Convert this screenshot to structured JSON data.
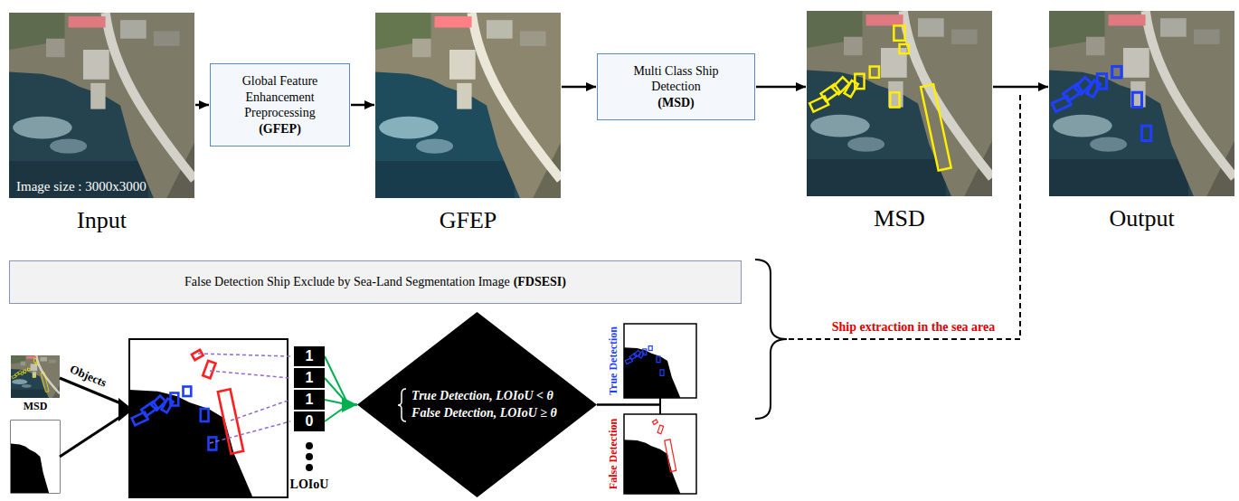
{
  "diagram": {
    "nodes": [
      {
        "text": [
          "Image size : 3000x3000",
          "Input"
        ]
      },
      {
        "text": [
          "Global Feature Enhancement Preprocessing",
          "(GFEP)"
        ]
      },
      {
        "text": [
          "GFEP"
        ]
      },
      {
        "text": [
          "Multi Class Ship Detection",
          "(MSD)"
        ]
      },
      {
        "text": [
          "MSD"
        ]
      },
      {
        "text": [
          "Output"
        ]
      },
      {
        "text": [
          "False Detection Ship Exclude by Sea-Land Segmentation Image",
          "(FDSESI)"
        ]
      },
      {
        "text": [
          "MSD"
        ]
      },
      {
        "text": [
          "1"
        ]
      },
      {
        "text": [
          "1"
        ]
      },
      {
        "text": [
          "1"
        ]
      },
      {
        "text": [
          "0"
        ]
      },
      {
        "text": [
          "True Detection, LOIoU < θ",
          "False Detection, LOIoU ≥ θ"
        ]
      },
      {
        "text": [
          "True Detection"
        ]
      },
      {
        "text": [
          "False Detection"
        ]
      }
    ],
    "edges": [
      {
        "from": 0,
        "to": 1,
        "arrow": "to"
      },
      {
        "from": 1,
        "to": 2,
        "arrow": "to"
      },
      {
        "from": 2,
        "to": 3,
        "arrow": "to"
      },
      {
        "from": 3,
        "to": 4,
        "arrow": "to"
      },
      {
        "from": 4,
        "to": 5,
        "arrow": "to"
      },
      {
        "from": 8,
        "to": 12,
        "arrow": "none"
      },
      {
        "from": 9,
        "to": 12,
        "arrow": "none"
      },
      {
        "from": 10,
        "to": 12,
        "arrow": "none"
      },
      {
        "from": 11,
        "to": 12,
        "arrow": "none"
      },
      {
        "from": 12,
        "to": 13,
        "arrow": "none"
      },
      {
        "from": 12,
        "to": 14,
        "arrow": "none"
      }
    ],
    "labels": [
      "Objects",
      "LOIoU",
      "Ship extraction in the sea area"
    ]
  }
}
